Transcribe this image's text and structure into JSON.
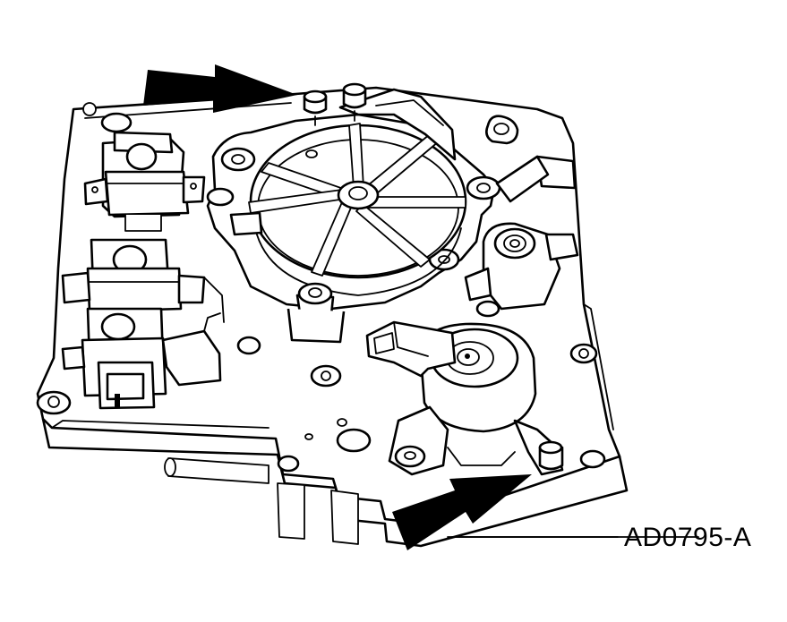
{
  "figure": {
    "code": "AD0795-A",
    "subject": "solenoid-body-assembly",
    "callouts": [
      "arrow-upper-bolt",
      "arrow-lower-bolt"
    ],
    "colors": {
      "line": "#000000",
      "background": "#ffffff"
    }
  }
}
